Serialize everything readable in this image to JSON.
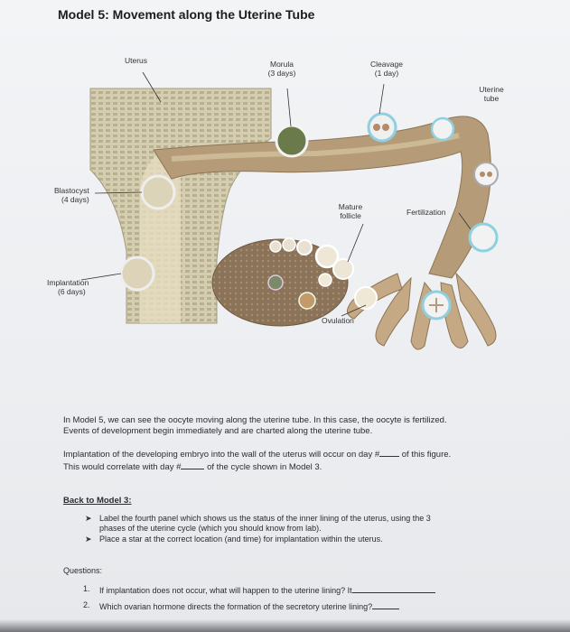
{
  "title": "Model 5: Movement along the Uterine Tube",
  "figure": {
    "labels": {
      "uterus": "Uterus",
      "morula": "Morula",
      "morula_days": "(3 days)",
      "cleavage": "Cleavage",
      "cleavage_days": "(1 day)",
      "uterine_tube_1": "Uterine",
      "uterine_tube_2": "tube",
      "blastocyst": "Blastocyst",
      "blastocyst_days": "(4 days)",
      "mature_follicle_1": "Mature",
      "mature_follicle_2": "follicle",
      "fertilization": "Fertilization",
      "implantation": "Implantation",
      "implantation_days": "(6 days)",
      "ovulation": "Ovulation"
    }
  },
  "text": {
    "para1_line1": "In Model 5, we can see the oocyte moving along the uterine tube. In this case, the oocyte is fertilized.",
    "para1_line2": "Events of development begin immediately and are charted along the uterine tube.",
    "para2_line1_a": "Implantation of the developing embryo into the wall of the uterus will occur on day #",
    "para2_line1_b": "of this figure.",
    "para2_line2_a": "This would correlate with day #",
    "para2_line2_b": "of the cycle shown in Model 3.",
    "back_heading": "Back to Model 3:",
    "bullet1_line1": "Label the fourth panel which shows us the status of the inner lining of the uterus, using the 3",
    "bullet1_line2": "phases of the uterine cycle (which you should know from lab).",
    "bullet2": "Place a star at the correct location (and time) for implantation within the uterus.",
    "questions_heading": "Questions:",
    "q1_num": "1.",
    "q1": "If implantation does not occur, what will happen to the uterine lining? It",
    "q2_num": "2.",
    "q2": "Which ovarian hormone directs the formation of the secretory uterine lining?"
  },
  "colors": {
    "tube": "#b39a78",
    "tube_lumen": "#d8c8a8",
    "uterus_wall": "#c9c3a4",
    "ovary": "#8f7a5e",
    "cell_ring": "#8fd0e0"
  }
}
